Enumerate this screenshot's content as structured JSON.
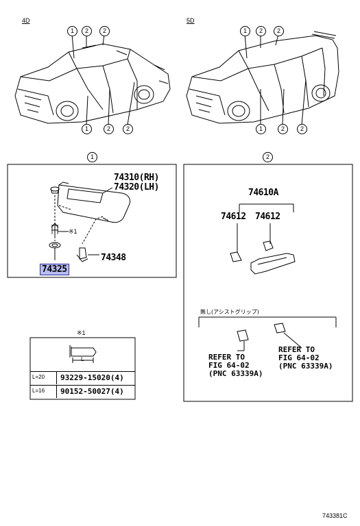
{
  "variants": {
    "sedan": "4D",
    "wagon": "5D"
  },
  "callouts": {
    "one": "1",
    "two": "2"
  },
  "note_mark": "※1",
  "sun_visor": {
    "part_rh": "74310(RH)",
    "part_lh": "74320(LH)",
    "holder": "74325",
    "clip": "74348",
    "screw_note": "※1"
  },
  "assist_grip": {
    "assembly": "74610A",
    "cover_left": "74612",
    "cover_right": "74612",
    "without_label": "無し(アシストグリップ)",
    "refer_left": "REFER TO\nFIG 64-02\n(PNC 63339A)",
    "refer_right": "REFER TO\nFIG 64-02\n(PNC 63339A)"
  },
  "screw_table": {
    "header": "※1",
    "dim_label": "L",
    "rows": [
      {
        "length": "L=20",
        "part": "93229-15020(4)"
      },
      {
        "length": "L=16",
        "part": "90152-50027(4)"
      }
    ]
  },
  "diagram_code": "743381C"
}
